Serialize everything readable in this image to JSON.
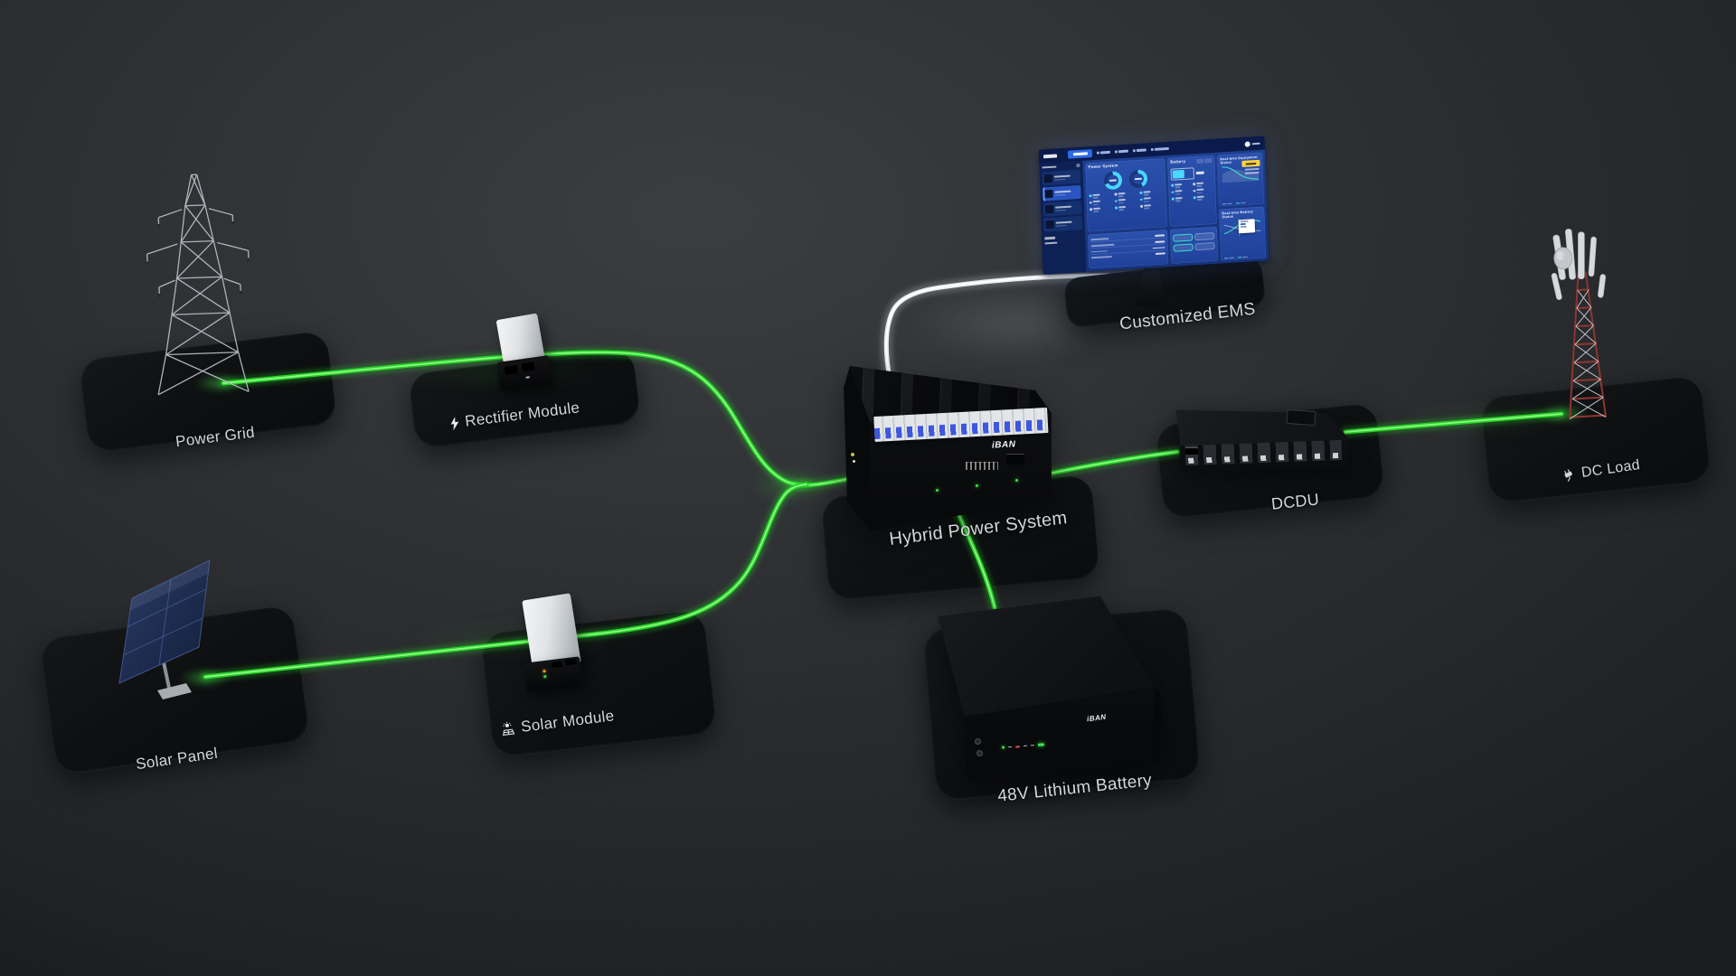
{
  "diagram": {
    "labels": {
      "power_grid": "Power Grid",
      "rectifier_module": "Rectifier Module",
      "solar_panel": "Solar Panel",
      "solar_module": "Solar Module",
      "hybrid_power_system": "Hybrid Power System",
      "customized_ems": "Customized EMS",
      "dcdu": "DCDU",
      "dc_load": "DC Load",
      "battery": "48V Lithium Battery"
    },
    "brand": "iBAN",
    "ems_screen": {
      "panels": {
        "power_system": "Power System",
        "battery": "Battery",
        "equipment_status": "Real-time Equipment Status",
        "battery_status": "Real-time Battery Status"
      }
    },
    "colors": {
      "dc_flow_line": "#23d423",
      "comms_line": "#e8ecef",
      "label_text": "#d4d6d8",
      "ems_accent": "#49d8ff",
      "ems_highlight": "#ffd23e",
      "tower_red": "#8e3631"
    }
  }
}
